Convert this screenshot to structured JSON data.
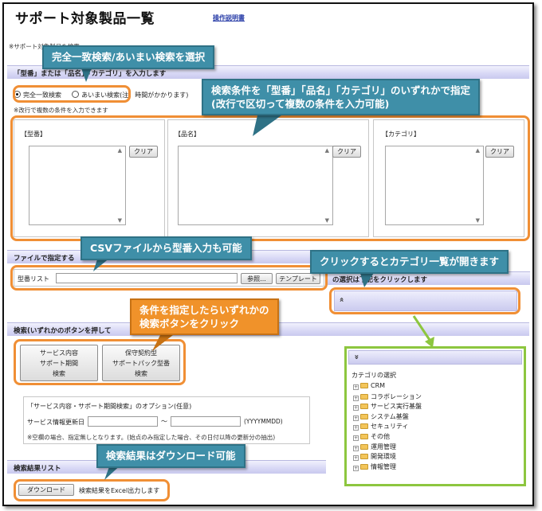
{
  "page": {
    "title": "サポート対象製品一覧",
    "manual_link": "操作説明書",
    "intro_note": "※サポート対象製品を検索します。"
  },
  "search_conditions": {
    "section_title": "「型番」または「品名」「カテゴリ」を入力します",
    "radio_exact": "完全一致検索",
    "radio_fuzzy": "あいまい検索(注：時間がかかります)",
    "multi_note": "※改行で複数の条件を入力できます",
    "fields": [
      {
        "label": "【型番】",
        "clear": "クリア"
      },
      {
        "label": "【品名】",
        "clear": "クリア"
      },
      {
        "label": "【カテゴリ】",
        "clear": "クリア"
      }
    ]
  },
  "file_section": {
    "title": "ファイルで指定する",
    "model_list_label": "型番リスト",
    "browse_button": "参照...",
    "template_button": "テンプレート"
  },
  "category_section": {
    "title": "の選択は下記をクリックします",
    "toggle_up": "»",
    "toggle_down": "»",
    "tree_title": "カテゴリの選択",
    "items": [
      "CRM",
      "コラボレーション",
      "サービス実行基盤",
      "システム基盤",
      "セキュリティ",
      "その他",
      "運用管理",
      "開発環境",
      "情報管理"
    ]
  },
  "search_section": {
    "title": "検索(いずれかのボタンを押して",
    "button_service": [
      "サービス内容",
      "サポート期間",
      "検索"
    ],
    "button_contract": [
      "保守契約型",
      "サポートパック型番",
      "検索"
    ],
    "options_title": "「サービス内容・サポート期間検索」のオプション(任意)",
    "update_date_label": "サービス情報更新日",
    "tilde": "〜",
    "date_format": "(YYYYMMDD)",
    "blank_note": "※空欄の場合、指定無しとなります。(始点のみ指定した場合、その日付以降の更新分の抽出)"
  },
  "results_section": {
    "title": "検索結果リスト",
    "download_button": "ダウンロード",
    "excel_note": "検索結果をExcel出力します"
  },
  "callouts": {
    "match_mode": "完全一致検索/あいまい検索を選択",
    "conditions": [
      "検索条件を「型番」「品名」「カテゴリ」のいずれかで指定",
      "(改行で区切って複数の条件を入力可能)"
    ],
    "csv": "CSVファイルから型番入力も可能",
    "category": "クリックするとカテゴリ一覧が開きます",
    "search": [
      "条件を指定したらいずれかの",
      "検索ボタンをクリック"
    ],
    "download": "検索結果はダウンロード可能"
  },
  "colors": {
    "callout_teal": "#3f8fa8",
    "callout_orange": "#f0922a",
    "highlight_orange": "#f08f35",
    "highlight_green": "#8dc63f",
    "section_bar": "#d7d7f5"
  }
}
